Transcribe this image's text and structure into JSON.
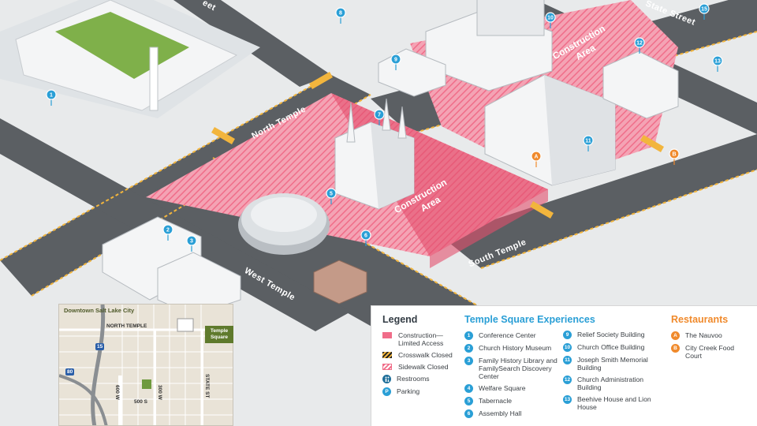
{
  "streets": {
    "north_temple": "North Temple",
    "south_temple": "South Temple",
    "west_temple": "West Temple",
    "state_street": "State Street",
    "top_left_partial": "eet"
  },
  "areas": {
    "construction_label_line1": "Construction",
    "construction_label_line2": "Area"
  },
  "map_pins": {
    "experiences": [
      "1",
      "2",
      "3",
      "5",
      "6",
      "7",
      "8",
      "9",
      "10",
      "11",
      "12",
      "13",
      "15"
    ],
    "restaurants": [
      "A",
      "B"
    ]
  },
  "legend": {
    "title": "Legend",
    "items": [
      {
        "label": "Construction—\nLimited Access",
        "kind": "pink"
      },
      {
        "label": "Crosswalk Closed",
        "kind": "cross"
      },
      {
        "label": "Sidewalk Closed",
        "kind": "side"
      },
      {
        "label": "Restrooms",
        "kind": "restroom",
        "icon": "restroom-icon"
      },
      {
        "label": "Parking",
        "kind": "parking",
        "icon": "parking-icon",
        "glyph": "P"
      }
    ]
  },
  "experiences": {
    "title": "Temple Square Experiences",
    "col1": [
      {
        "num": "1",
        "label": "Conference Center"
      },
      {
        "num": "2",
        "label": "Church History Museum"
      },
      {
        "num": "3",
        "label": "Family History Library and FamilySearch Discovery Center"
      },
      {
        "num": "4",
        "label": "Welfare Square"
      },
      {
        "num": "5",
        "label": "Tabernacle"
      },
      {
        "num": "6",
        "label": "Assembly Hall"
      }
    ],
    "col2": [
      {
        "num": "9",
        "label": "Relief Society Building"
      },
      {
        "num": "10",
        "label": "Church Office Building"
      },
      {
        "num": "11",
        "label": "Joseph Smith Memorial Building"
      },
      {
        "num": "12",
        "label": "Church Administration Building"
      },
      {
        "num": "13",
        "label": "Beehive House and Lion House"
      }
    ]
  },
  "restaurants": {
    "title": "Restaurants",
    "items": [
      {
        "letter": "A",
        "label": "The Nauvoo"
      },
      {
        "letter": "B",
        "label": "City Creek Food Court"
      }
    ]
  },
  "inset": {
    "title": "Downtown Salt Lake City",
    "north_temple": "NORTH TEMPLE",
    "badge": "Temple Square",
    "s500": "500 S",
    "w600": "600 W",
    "w300": "300 W",
    "state": "STATE ST",
    "i15": "15",
    "i80": "80"
  },
  "colors": {
    "construction": "#f06d89",
    "experience_pin": "#2a9fd6",
    "restaurant_pin": "#f08a2c",
    "road": "#5b5f63"
  }
}
